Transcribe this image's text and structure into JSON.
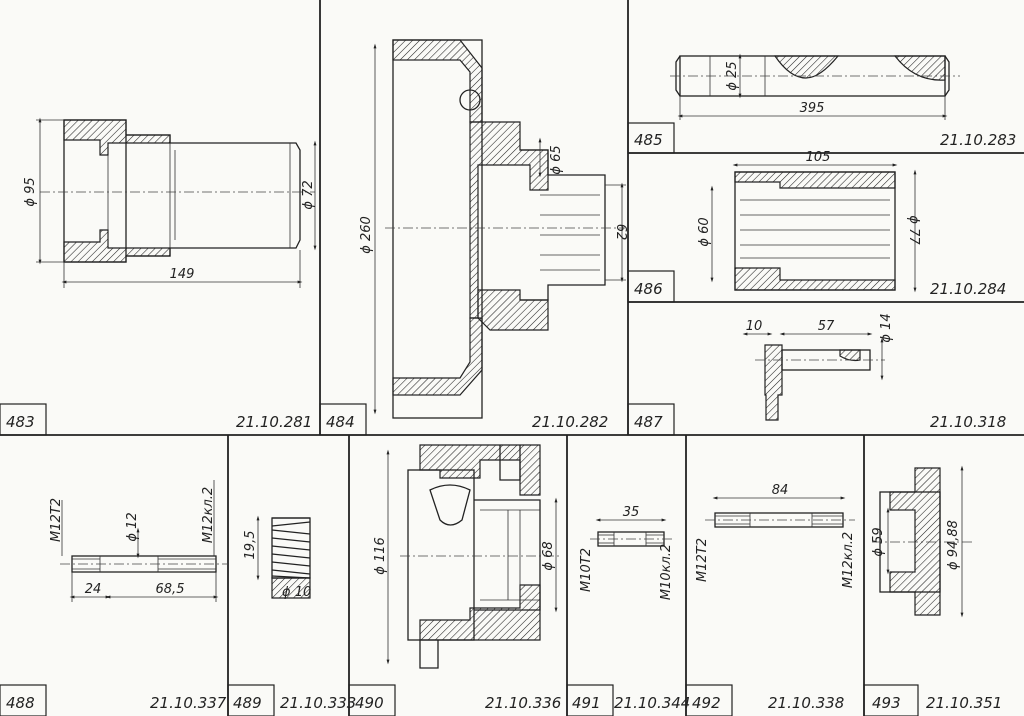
{
  "panels": [
    {
      "number": "483",
      "code": "21.10.281",
      "dims": [
        "ϕ 95",
        "ϕ 72",
        "149"
      ]
    },
    {
      "number": "484",
      "code": "21.10.282",
      "dims": [
        "ϕ 260",
        "ϕ 65",
        "62"
      ]
    },
    {
      "number": "485",
      "code": "21.10.283",
      "dims": [
        "ϕ 25",
        "395"
      ]
    },
    {
      "number": "486",
      "code": "21.10.284",
      "dims": [
        "105",
        "ϕ 60",
        "ϕ 77"
      ]
    },
    {
      "number": "487",
      "code": "21.10.318",
      "dims": [
        "10",
        "57",
        "ϕ 14"
      ]
    },
    {
      "number": "488",
      "code": "21.10.337",
      "dims": [
        "M12T2",
        "ϕ 12",
        "M12кл.2",
        "24",
        "68,5"
      ]
    },
    {
      "number": "489",
      "code": "21.10.333",
      "dims": [
        "19,5",
        "ϕ 10"
      ]
    },
    {
      "number": "490",
      "code": "21.10.336",
      "dims": [
        "ϕ 116",
        "ϕ 68"
      ]
    },
    {
      "number": "491",
      "code": "21.10.344",
      "dims": [
        "35",
        "M10T2",
        "M10кл.2"
      ]
    },
    {
      "number": "492",
      "code": "21.10.338",
      "dims": [
        "84",
        "M12T2",
        "M12кл.2"
      ]
    },
    {
      "number": "493",
      "code": "21.10.351",
      "dims": [
        "ϕ 59",
        "ϕ 94,88"
      ]
    }
  ]
}
